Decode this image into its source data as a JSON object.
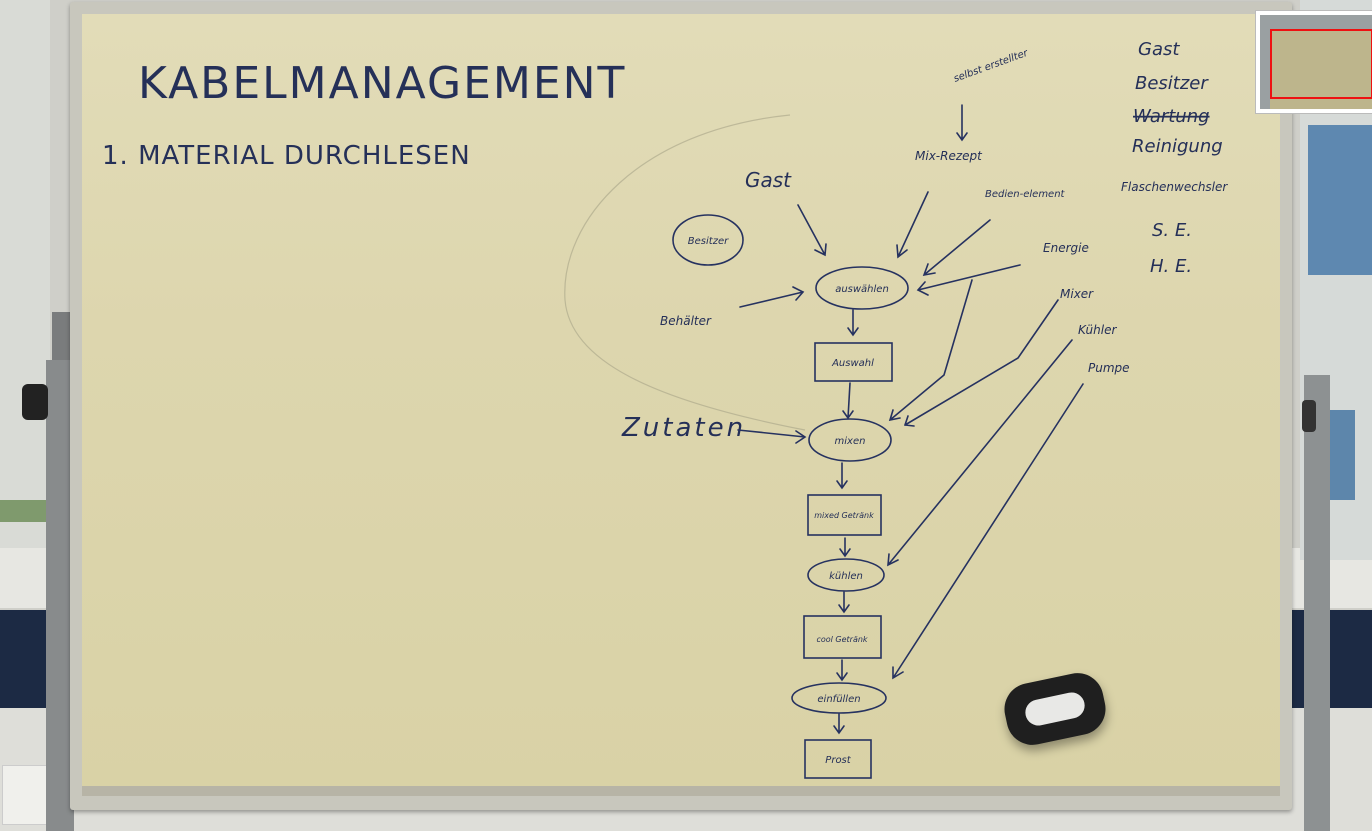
{
  "whiteboard": {
    "title": "KABELMANAGEMENT",
    "step": "1. MATERIAL DURCHLESEN",
    "flow": {
      "top_labels": {
        "gast": "Gast",
        "selbst_erstellter": "selbst erstellter",
        "mix_rezept": "Mix-Rezept",
        "bedienelement": "Bedien-element",
        "energie": "Energie",
        "besitzer": "Besitzer",
        "behaelter": "Behälter"
      },
      "nodes": {
        "auswaehlen": "auswählen",
        "auswahl": "Auswahl",
        "mixen": "mixen",
        "mixed_getraenk": "mixed Getränk",
        "kuehlen": "kühlen",
        "cool_getraenk": "cool Getränk",
        "einfuellen": "einfüllen",
        "prost": "Prost"
      },
      "side_inputs": {
        "zutaten": "Zutaten",
        "mixer": "Mixer",
        "kuehler": "Kühler",
        "pumpe": "Pumpe"
      }
    },
    "actors": [
      "Gast",
      "Besitzer",
      "Wartung",
      "Reinigung",
      "Flaschenwechsler",
      "S. E.",
      "H. E."
    ]
  },
  "colors": {
    "marker_ink": "#253058",
    "board": "#ddd6ae",
    "frame": "#c8c7bd",
    "highlight": "#ee1111"
  }
}
